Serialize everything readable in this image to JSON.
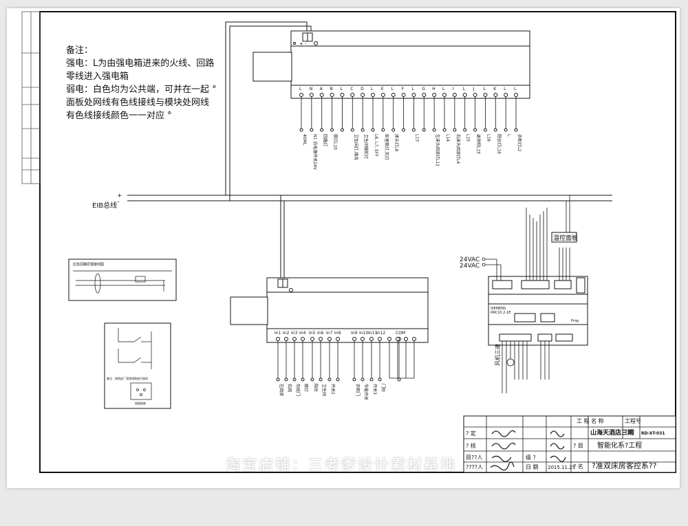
{
  "notes": {
    "title": "备注：",
    "lines": [
      "强电：L为由强电箱进来的火线、回路",
      "零线进入强电箱",
      "弱电：白色均为公共端，可并在一起 °",
      "面板处网线有色线接线与模块处网线",
      "有色线接线颜色一一对应 °"
    ]
  },
  "bus": {
    "label": "EIB总线",
    "plus": "+",
    "minus": "-"
  },
  "actuator": {
    "terminals": [
      "L",
      "N",
      "A",
      "B",
      "L",
      "C",
      "D",
      "L",
      "E",
      "L",
      "F",
      "L",
      "G",
      "H",
      "L",
      "I",
      "L",
      "J",
      "L",
      "K",
      "L",
      "L"
    ],
    "labels": [
      {
        "term": 0,
        "text": "40ML"
      },
      {
        "term": 1,
        "text": "N1 白电源开关24V"
      },
      {
        "term": 2,
        "text": "回路灯"
      },
      {
        "term": 3,
        "text": "廊灯L10"
      },
      {
        "term": 5,
        "text": "卫生间灯,排风"
      },
      {
        "term": 6,
        "text": "卫生间镜前灯"
      },
      {
        "term": 7,
        "text": "L6, L7, EFF"
      },
      {
        "term": 8,
        "text": "卧室筒灯,前灯"
      },
      {
        "term": 9,
        "text": "床头灯L8"
      },
      {
        "term": 11,
        "text": "L13"
      },
      {
        "term": 13,
        "text": "左床头阅读灯L12"
      },
      {
        "term": 14,
        "text": "L14"
      },
      {
        "term": 15,
        "text": "右床头阅读灯L4"
      },
      {
        "term": 16,
        "text": "L15"
      },
      {
        "term": 17,
        "text": "迷你吧L15"
      },
      {
        "term": 18,
        "text": "L16"
      },
      {
        "term": 19,
        "text": "阳台灯L16"
      },
      {
        "term": 20,
        "text": "L"
      },
      {
        "term": 21,
        "text": "衣柜灯L2"
      }
    ]
  },
  "input_module": {
    "terminals": [
      "In1",
      "In2",
      "In3",
      "In4",
      "In5",
      "In6",
      "In7",
      "In8",
      "In9",
      "In10",
      "In11",
      "In12",
      "COM"
    ],
    "labels": [
      "左阅读",
      "右阅",
      "勿扰门",
      "廊灯",
      "阳台",
      "卫生间",
      "开关2",
      "衣柜门",
      "节能开关",
      "开关3",
      "门铃"
    ]
  },
  "hvac": {
    "supply_1": "24VAC",
    "supply_2": "24VAC",
    "panel_label": "温控面板",
    "fan_label": "风机三速",
    "model": "SIEMENS",
    "model_no": "RRC10.2-1E",
    "prog": "Prog"
  },
  "inset_1": {
    "title": "应急回路原理接线图"
  },
  "inset_2": {
    "note": "备注：按照此厂家接线图进行接线",
    "socket_label": "插座插座"
  },
  "title_block": {
    "project_name_label": "工  程  名  称",
    "project_no_label": "工程号",
    "project_name": "山海天酒店三期",
    "drawing_no_label": "?  号",
    "drawing_no": "RD-XT-031",
    "sub_label": "?  目",
    "sub_value": "智能化系?工程",
    "name_label": "?  名",
    "name_value": "?准双床房客控系??",
    "grade_label": "级  ?",
    "date_label": "日  期",
    "date": "2015.11.25",
    "roles": [
      "?  定",
      "?  核",
      "目??人",
      "????人"
    ]
  },
  "watermark": "淘宝店铺：三老爹设计素材基地"
}
